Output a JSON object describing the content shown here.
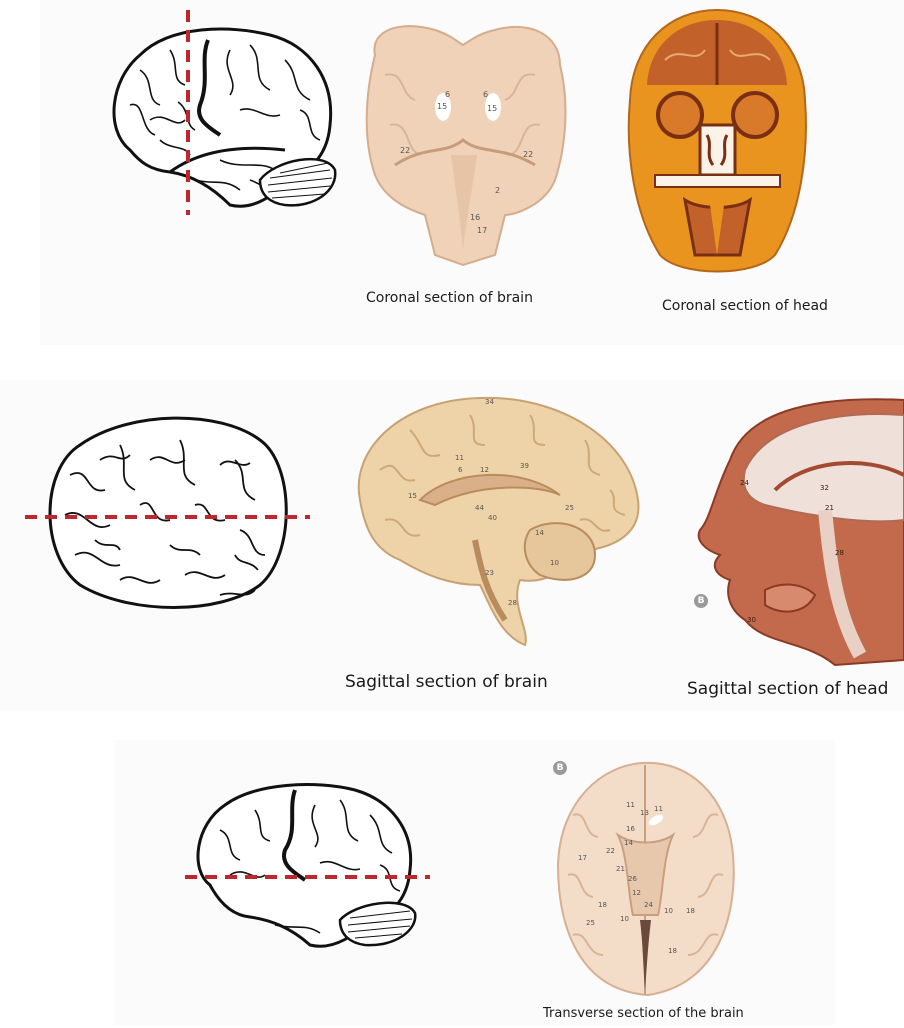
{
  "rows": [
    {
      "captions": [
        "Coronal section of brain",
        "Coronal section of head"
      ]
    },
    {
      "captions": [
        "Sagittal section of brain",
        "Sagittal section of head"
      ],
      "badge": "B"
    },
    {
      "captions": [
        "Transverse section of the brain"
      ],
      "badge": "B"
    }
  ],
  "labels": {
    "coronal_brain": [
      "15",
      "15",
      "22",
      "22",
      "16",
      "17",
      "2",
      "6",
      "6"
    ],
    "sagittal_brain": [
      "34",
      "11",
      "6",
      "12",
      "39",
      "15",
      "44",
      "40",
      "23",
      "10",
      "28",
      "25",
      "14"
    ],
    "sagittal_head": [
      "24",
      "32",
      "21",
      "28",
      "30"
    ],
    "transverse_brain": [
      "11",
      "13",
      "11",
      "16",
      "14",
      "22",
      "21",
      "17",
      "26",
      "12",
      "24",
      "18",
      "10",
      "25",
      "18",
      "10",
      "18"
    ]
  },
  "colors": {
    "cut_line": "#c0272d",
    "brain_tissue": "#f0d2b8",
    "head_tissue": "#c85a1e",
    "badge": "#9a9a9a"
  }
}
